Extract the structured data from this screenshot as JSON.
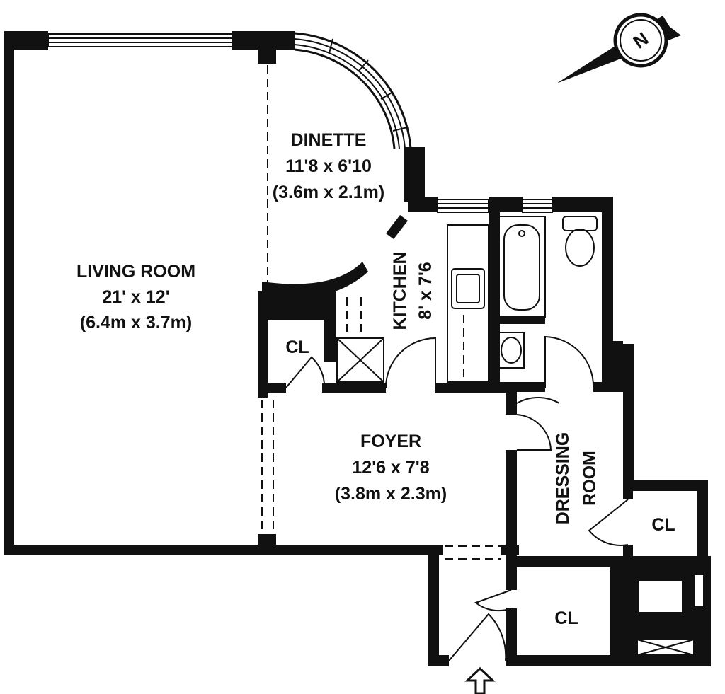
{
  "rooms": {
    "living_room": {
      "name": "LIVING ROOM",
      "dims": "21' x 12'",
      "metric": "(6.4m x 3.7m)"
    },
    "dinette": {
      "name": "DINETTE",
      "dims": "11'8 x 6'10",
      "metric": "(3.6m x 2.1m)"
    },
    "kitchen": {
      "name": "KITCHEN",
      "dims": "8' x 7'6"
    },
    "foyer": {
      "name": "FOYER",
      "dims": "12'6 x 7'8",
      "metric": "(3.8m x 2.3m)"
    },
    "dressing_room": {
      "line1": "DRESSING",
      "line2": "ROOM"
    },
    "closets": [
      "CL",
      "CL",
      "CL"
    ]
  },
  "compass": {
    "letter": "N"
  },
  "colors": {
    "walls": "#111111",
    "background": "#ffffff"
  }
}
